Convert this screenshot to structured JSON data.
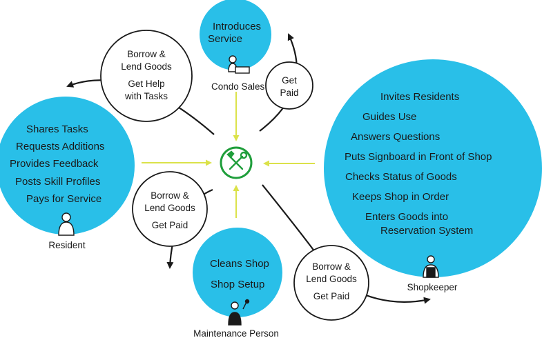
{
  "colors": {
    "accent_blue": "#29bfe8",
    "arrow_yellow": "#dbe24a",
    "hub_green": "#1f9e3b",
    "stroke": "#1a1a1a"
  },
  "hub": {
    "icon": "tools-icon"
  },
  "condo": {
    "lines": [
      "Introduces",
      "Service"
    ],
    "role": "Condo Sales",
    "role_icon": "person-with-hello-sign-icon"
  },
  "condo_links": {
    "left": [
      "Borrow &",
      "Lend Goods",
      "Get Help",
      "with Tasks"
    ],
    "right": [
      "Get",
      "Paid"
    ]
  },
  "resident": {
    "lines": [
      "Shares Tasks",
      "Requests Additions",
      "Provides Feedback",
      "Posts Skill Profiles",
      "Pays for Service"
    ],
    "role": "Resident",
    "role_icon": "person-icon"
  },
  "resident_link": [
    "Borrow &",
    "Lend Goods",
    "Get Paid"
  ],
  "maintenance": {
    "lines": [
      "Cleans Shop",
      "Shop Setup"
    ],
    "role": "Maintenance Person",
    "role_icon": "person-with-wrench-icon"
  },
  "shopkeeper": {
    "lines": [
      "Invites Residents",
      "Guides Use",
      "Answers Questions",
      "Puts Signboard in Front of Shop",
      "Checks Status of Goods",
      "Keeps Shop in Order",
      "Enters Goods into",
      "Reservation System"
    ],
    "role": "Shopkeeper",
    "role_icon": "person-with-apron-icon"
  },
  "shopkeeper_link": [
    "Borrow &",
    "Lend Goods",
    "Get Paid"
  ]
}
